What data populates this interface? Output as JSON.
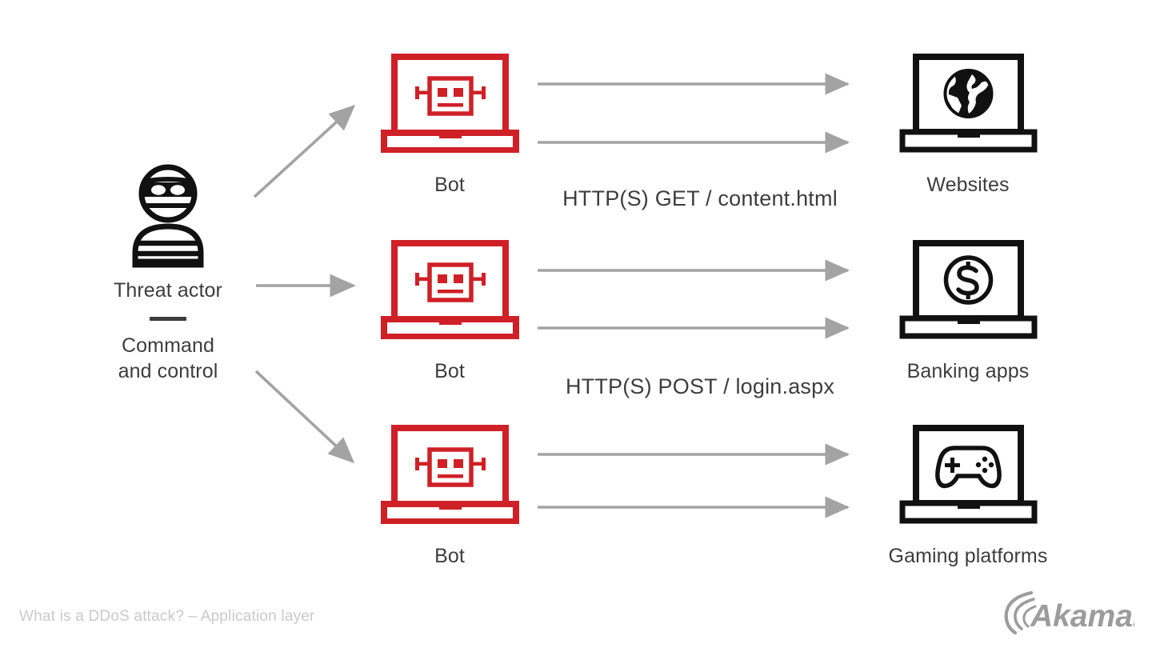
{
  "diagram": {
    "title": "What is a DDoS attack? - Application layer",
    "caption": "What is a DDoS attack? – Application layer",
    "brand": "Akamai",
    "colors": {
      "bot_red": "#cf2027",
      "target_black": "#111111",
      "text_gray": "#3d3d3d",
      "arrow_gray": "#a3a3a3",
      "caption_gray": "#c9cacb",
      "logo_gray": "#9c9c9c",
      "background": "#ffffff"
    },
    "source": {
      "icon": "thief-icon",
      "label_primary": "Threat actor",
      "label_secondary_line1": "Command",
      "label_secondary_line2": "and control"
    },
    "bots": [
      {
        "label": "Bot",
        "icon": "bot-laptop-icon"
      },
      {
        "label": "Bot",
        "icon": "bot-laptop-icon"
      },
      {
        "label": "Bot",
        "icon": "bot-laptop-icon"
      }
    ],
    "targets": [
      {
        "label": "Websites",
        "icon": "globe-laptop-icon"
      },
      {
        "label": "Banking apps",
        "icon": "dollar-laptop-icon"
      },
      {
        "label": "Gaming platforms",
        "icon": "gamepad-laptop-icon"
      }
    ],
    "protocol_labels": [
      {
        "text": "HTTP(S) GET / content.html"
      },
      {
        "text": "HTTP(S) POST / login.aspx"
      }
    ],
    "connections": {
      "actor_to_bots": 3,
      "bot_to_target_per_row": 2,
      "arrow_style": "solid-gray-arrowhead"
    }
  }
}
